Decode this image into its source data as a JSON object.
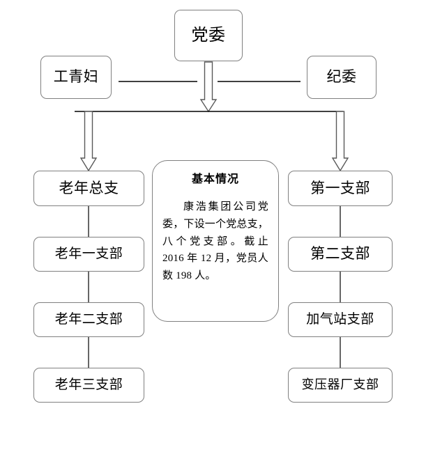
{
  "diagram": {
    "title_node": {
      "label": "党委"
    },
    "side_nodes": [
      {
        "label": "工青妇"
      },
      {
        "label": "纪委"
      }
    ],
    "left_branch": [
      {
        "label": "老年总支"
      },
      {
        "label": "老年一支部"
      },
      {
        "label": "老年二支部"
      },
      {
        "label": "老年三支部"
      }
    ],
    "right_branch": [
      {
        "label": "第一支部"
      },
      {
        "label": "第二支部"
      },
      {
        "label": "加气站支部"
      },
      {
        "label": "变压器厂支部"
      }
    ],
    "info_panel": {
      "title": "基本情况",
      "body": "康浩集团公司党委，下设一个党总支，八个党支部。截止 2016 年 12 月，党员人数 198 人。"
    },
    "colors": {
      "box_border": "#808080",
      "connector": "#000000",
      "arrow_outline": "#595959",
      "background": "#ffffff",
      "text": "#000000"
    }
  }
}
